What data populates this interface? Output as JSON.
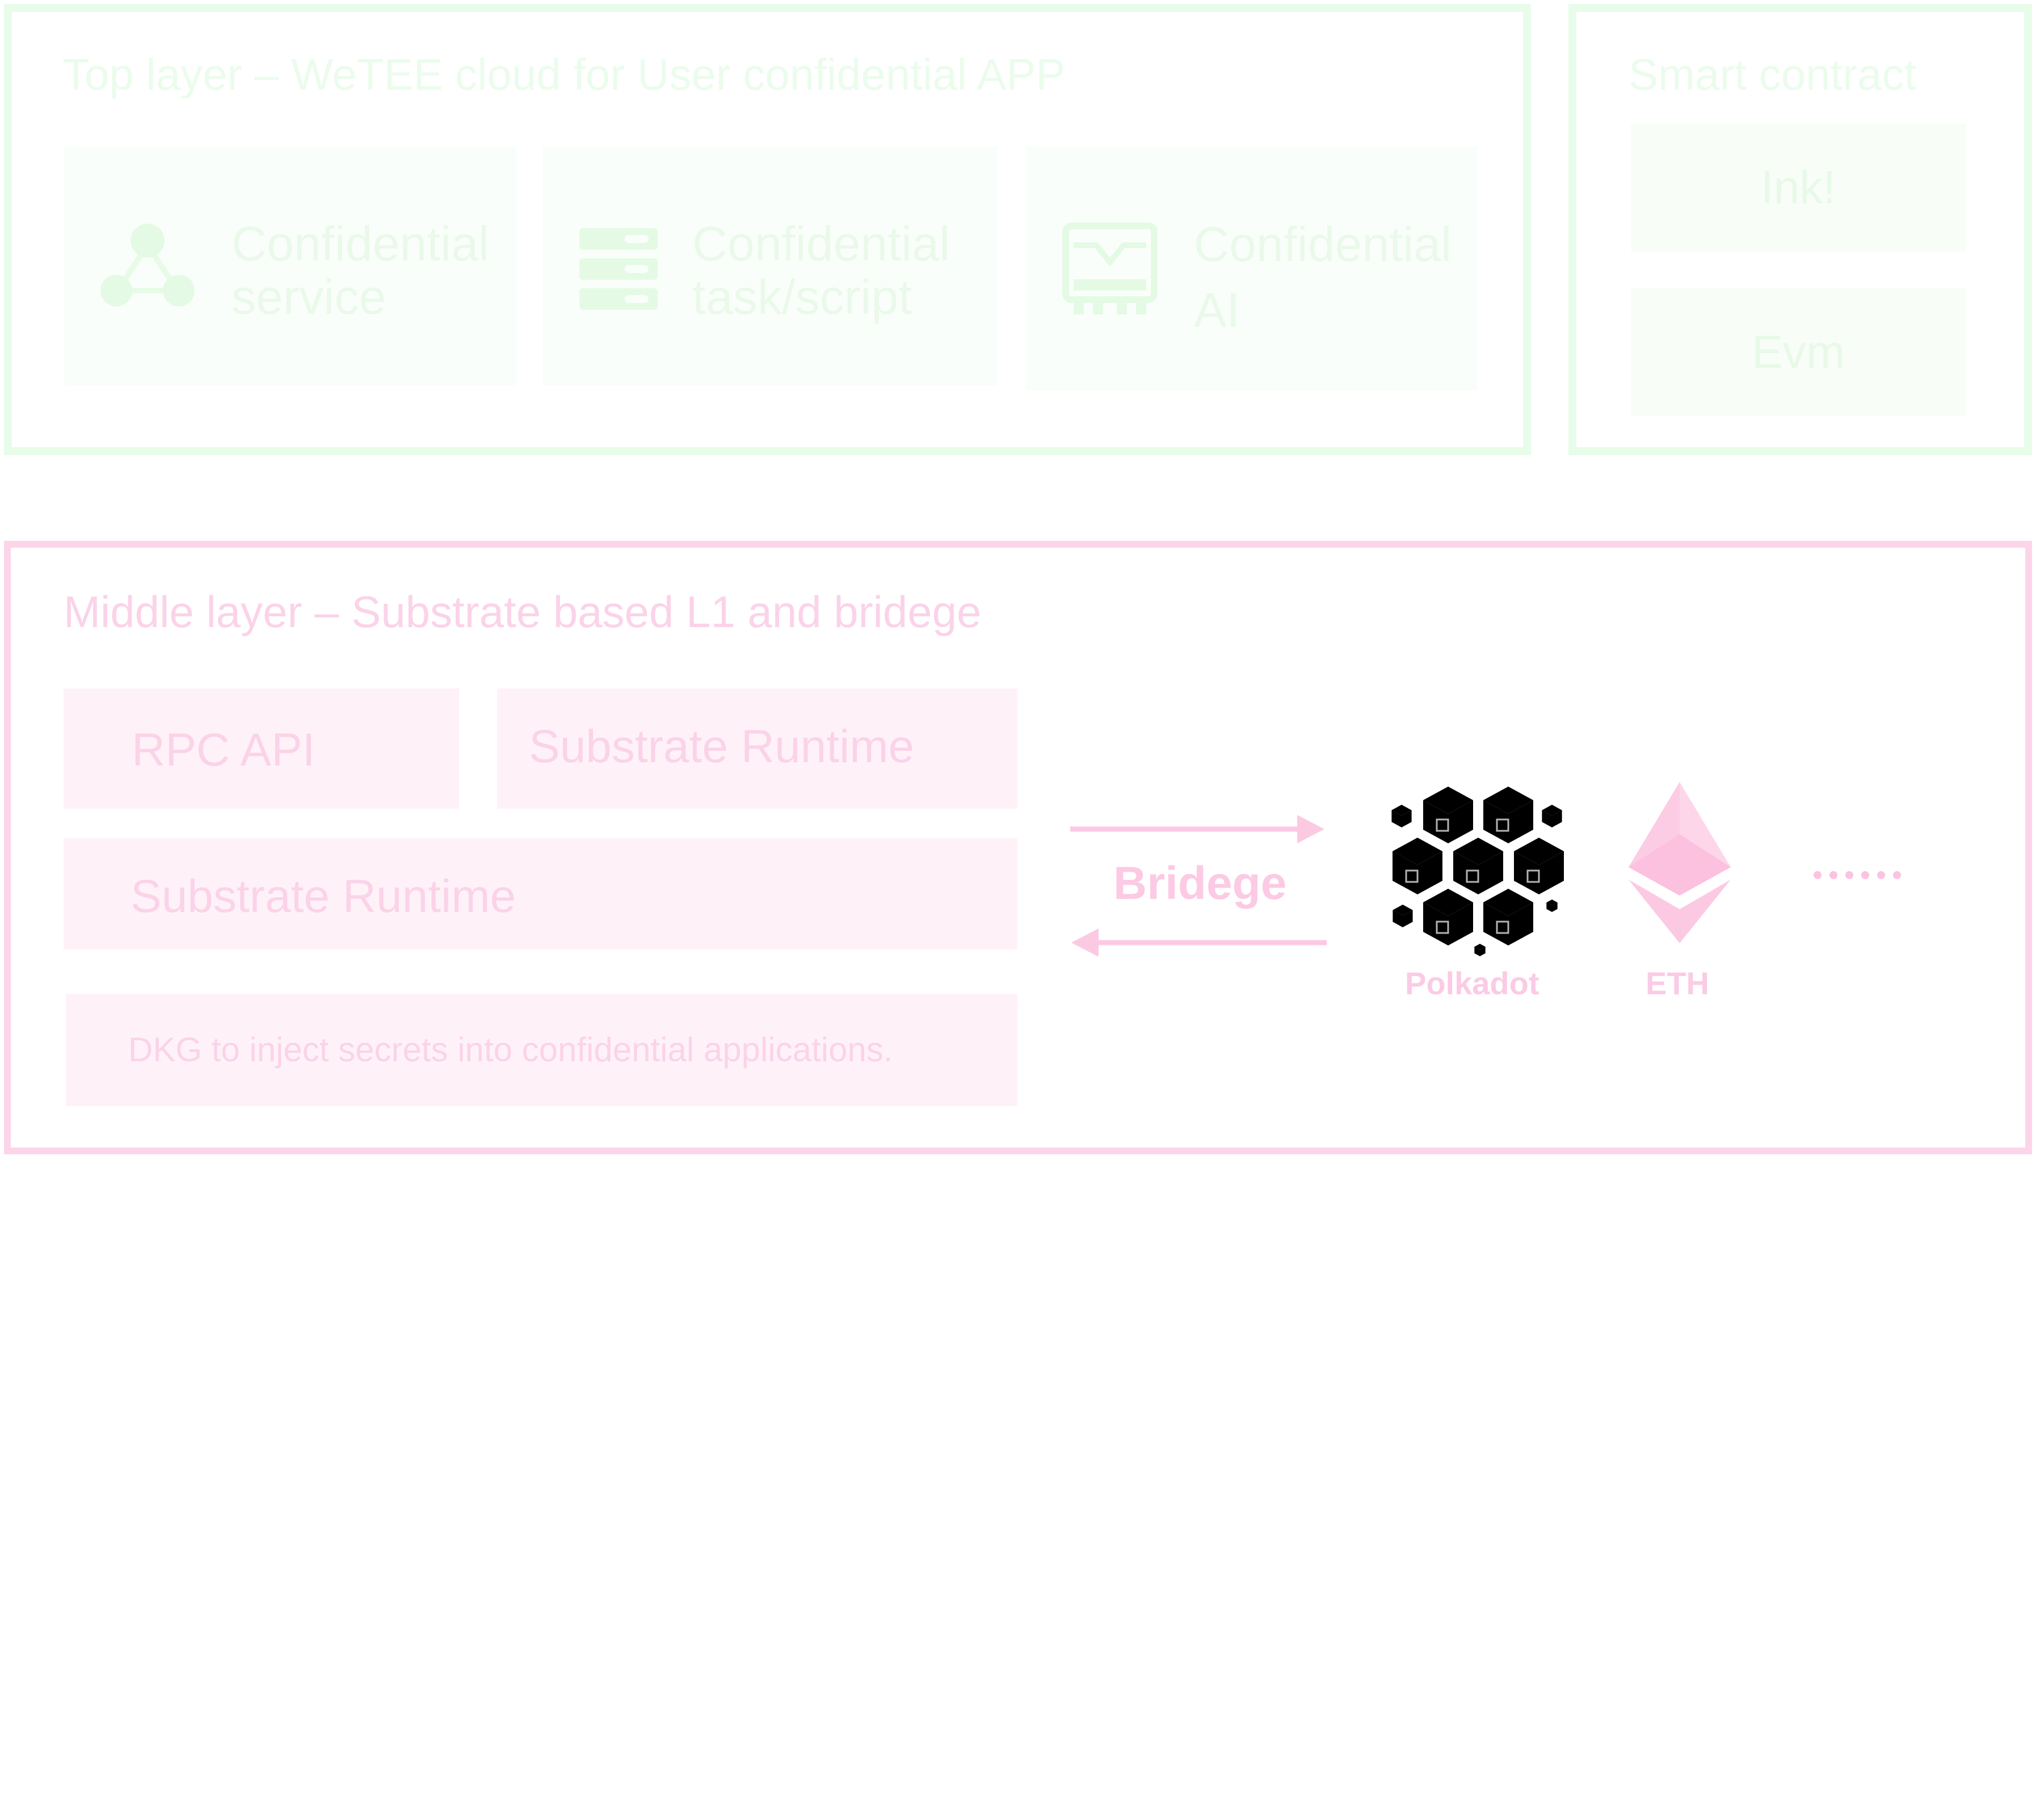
{
  "top_layer": {
    "title": "Top layer –  WeTEE cloud for User confidential APP",
    "cards": [
      {
        "label": "Confidential\nservice",
        "icon": "network-nodes-icon"
      },
      {
        "label": "Confidential\ntask/script",
        "icon": "server-stack-icon"
      },
      {
        "label": "Confidential\nAI",
        "icon": "chip-board-icon"
      }
    ]
  },
  "smart_contract": {
    "title": "Smart contract",
    "items": [
      "Ink!",
      "Evm"
    ]
  },
  "middle_layer": {
    "title": "Middle layer – Substrate based L1 and bridege",
    "rpc": "RPC API",
    "runtime_a": "Substrate Runtime",
    "runtime_b": "Substrate Runtime",
    "dkg": "DKG to inject secrets into confidential applications.",
    "bridge": "Bridege",
    "networks": [
      "Polkadot",
      "ETH"
    ],
    "more": "......"
  },
  "colors": {
    "top_border": "#e8fde9",
    "middle_border": "#fdd5ea",
    "polkadot_magenta": "#c8197b",
    "polkadot_purple": "#a55fd8",
    "polkadot_teal": "#1b5d72",
    "polkadot_green": "#3f8f5e"
  }
}
